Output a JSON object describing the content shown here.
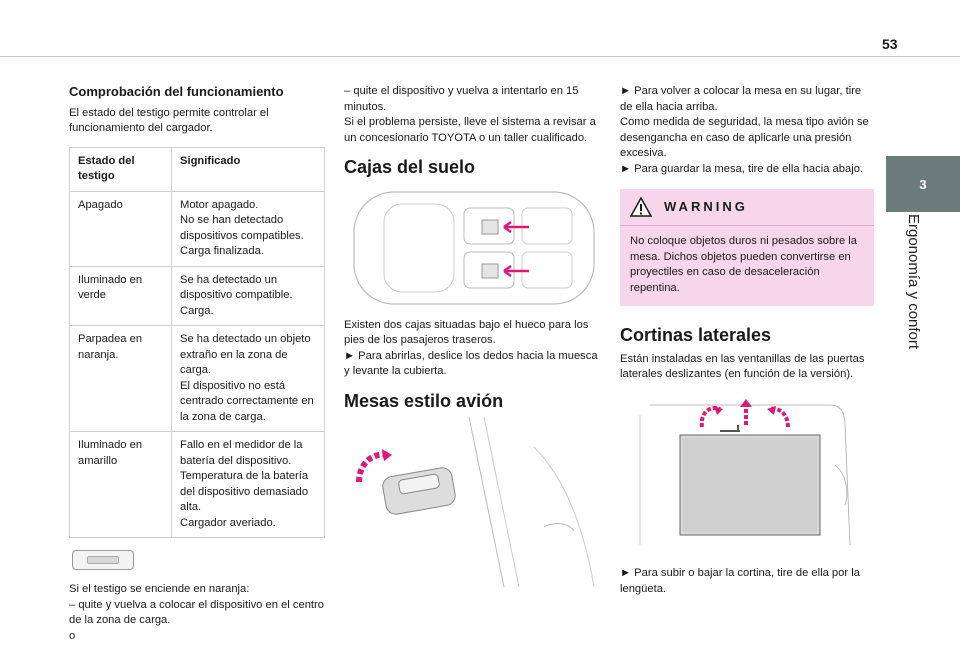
{
  "page": {
    "number": "53",
    "tab": "3",
    "section_title": "Ergonomía y confort"
  },
  "col1": {
    "heading": "Comprobación del funcionamiento",
    "intro": "El estado del testigo permite controlar el funcionamiento del cargador.",
    "table": {
      "headers": [
        "Estado del testigo",
        "Significado"
      ],
      "rows": [
        {
          "state": "Apagado",
          "meaning": [
            "Motor apagado.",
            "No se han detectado dispositivos compatibles.",
            "Carga finalizada."
          ]
        },
        {
          "state": "Iluminado en verde",
          "meaning": [
            "Se ha detectado un dispositivo compatible.",
            "Carga."
          ]
        },
        {
          "state": "Parpadea en naranja.",
          "meaning": [
            "Se ha detectado un objeto extraño en la zona de carga.",
            "El dispositivo no está centrado correctamente en la zona de carga."
          ]
        },
        {
          "state": "Iluminado en amarillo",
          "meaning": [
            "Fallo en el medidor de la batería del dispositivo.",
            "Temperatura de la batería del dispositivo demasiado alta.",
            "Cargador averiado."
          ]
        }
      ]
    },
    "icon": "wireless-charger-icon",
    "after": [
      "Si el testigo se enciende en naranja:",
      "– quite y vuelva a colocar el dispositivo en el centro de la zona de carga.",
      "o"
    ]
  },
  "col2": {
    "top": [
      "– quite el dispositivo y vuelva a intentarlo en 15 minutos.",
      "Si el problema persiste, lleve el sistema a revisar a un concesionario TOYOTA o un taller cualificado."
    ],
    "h_floor": "Cajas del suelo",
    "floor_text": [
      "Existen dos cajas situadas bajo el hueco para los pies de los pasajeros traseros.",
      "► Para abrirlas, deslice los dedos hacia la muesca y levante la cubierta."
    ],
    "h_tables": "Mesas estilo avión"
  },
  "col3": {
    "top": [
      "► Para volver a colocar la mesa en su lugar, tire de ella hacia arriba.",
      "Como medida de seguridad, la mesa tipo avión se desengancha en caso de aplicarle una presión excesiva.",
      "► Para guardar la mesa, tire de ella hacia abajo."
    ],
    "warning": {
      "title": "WARNING",
      "text": "No coloque objetos duros ni pesados sobre la mesa. Dichos objetos pueden convertirse en proyectiles en caso de desaceleración repentina."
    },
    "h_curtains": "Cortinas laterales",
    "curtain_text": "Están instaladas en las ventanillas de las puertas laterales deslizantes (en función de la versión).",
    "bottom": "► Para subir o bajar la cortina, tire de ella por la lengüeta."
  },
  "colors": {
    "accent": "#e0187a",
    "tab": "#6b7c7b",
    "warning_bg": "#f7d6ec"
  }
}
